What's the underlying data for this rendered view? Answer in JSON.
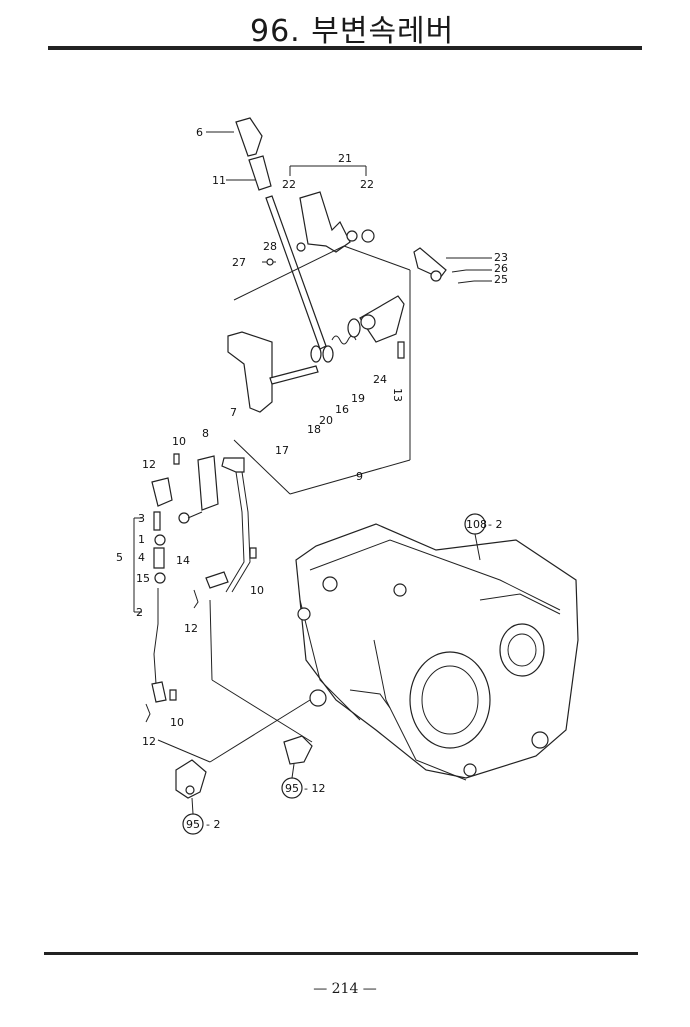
{
  "header": {
    "title": "96. 부변속레버"
  },
  "footer": {
    "page_number": "214",
    "page_number_dashes": "— 214 —"
  },
  "callouts": {
    "c6": "6",
    "c11": "11",
    "c21": "21",
    "c22a": "22",
    "c22b": "22",
    "c28": "28",
    "c27": "27",
    "c23": "23",
    "c26": "26",
    "c25": "25",
    "c24": "24",
    "c13": "13",
    "c19": "19",
    "c16": "16",
    "c20": "20",
    "c18": "18",
    "c17": "17",
    "c9": "9",
    "c7": "7",
    "c8": "8",
    "c10a": "10",
    "c12a": "12",
    "c3": "3",
    "c1": "1",
    "c5": "5",
    "c4": "4",
    "c15": "15",
    "c2": "2",
    "c14": "14",
    "c10b": "10",
    "c12b": "12",
    "c10c": "10",
    "c12c": "12",
    "ref108": "108",
    "ref108_suffix": "- 2",
    "ref95a": "95",
    "ref95a_suffix": "- 12",
    "ref95b": "95",
    "ref95b_suffix": "- 2"
  }
}
